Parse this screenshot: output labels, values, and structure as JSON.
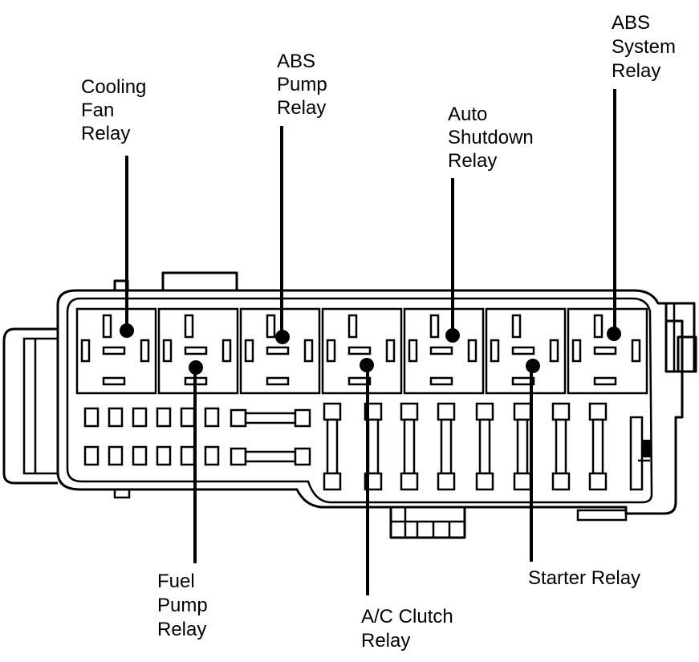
{
  "labels": {
    "cooling_fan_relay": [
      "Cooling",
      "Fan",
      "Relay"
    ],
    "abs_pump_relay": [
      "ABS",
      "Pump",
      "Relay"
    ],
    "auto_shutdown_relay": [
      "Auto",
      "Shutdown",
      "Relay"
    ],
    "abs_system_relay": [
      "ABS",
      "System",
      "Relay"
    ],
    "fuel_pump_relay": [
      "Fuel",
      "Pump",
      "Relay"
    ],
    "ac_clutch_relay": [
      "A/C Clutch",
      "Relay"
    ],
    "starter_relay": [
      "Starter Relay"
    ]
  }
}
